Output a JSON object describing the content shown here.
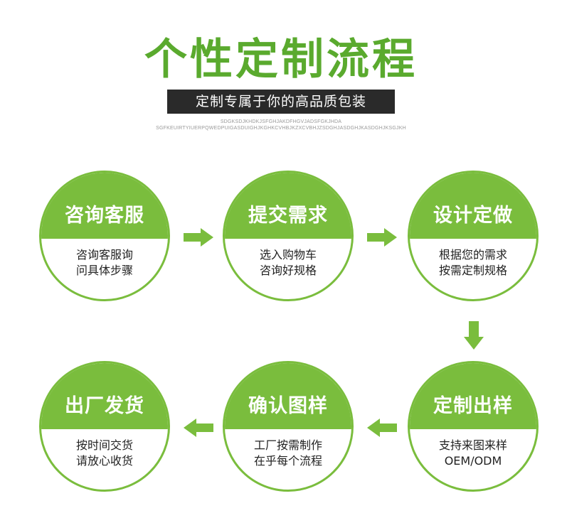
{
  "header": {
    "title": "个性定制流程",
    "subtitle": "定制专属于你的高品质包装",
    "deco_line1": "SDGKSDJKHDKJSFGHJAKDFHGVJADSFGKJHDA",
    "deco_line2": "SGFKEUIRTYIUERPQWEDPUIGASDUIGHJKGHKCVHBJKZXCVBHJZSDGHJASDGHJKASDGHJKSGJKH"
  },
  "colors": {
    "accent": "#7abd3d",
    "title": "#5aaa2e",
    "bar": "#2a2a2a"
  },
  "steps": [
    {
      "title": "咨询客服",
      "line1": "咨询客服询",
      "line2": "问具体步骤"
    },
    {
      "title": "提交需求",
      "line1": "选入购物车",
      "line2": "咨询好规格"
    },
    {
      "title": "设计定做",
      "line1": "根据您的需求",
      "line2": "按需定制规格"
    },
    {
      "title": "定制出样",
      "line1": "支持来图来样",
      "line2": "OEM/ODM"
    },
    {
      "title": "确认图样",
      "line1": "工厂按需制作",
      "line2": "在乎每个流程"
    },
    {
      "title": "出厂发货",
      "line1": "按时间交货",
      "line2": "请放心收货"
    }
  ],
  "arrows": [
    "arrow-right-icon",
    "arrow-right-icon",
    "arrow-down-icon",
    "arrow-left-icon",
    "arrow-left-icon"
  ]
}
